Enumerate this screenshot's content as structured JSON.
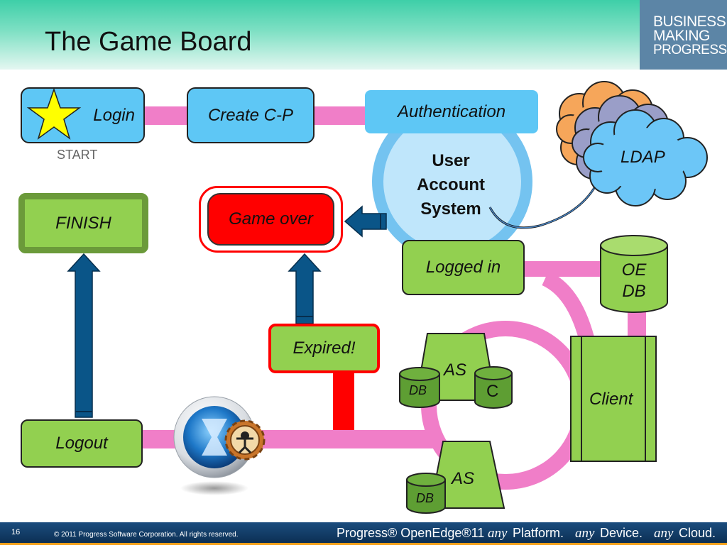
{
  "slide": {
    "title": "The Game Board",
    "brand_lines": [
      "BUSINESS",
      "MAKING",
      "PROGRESS."
    ],
    "page_number": "16",
    "copyright": "© 2011 Progress Software Corporation. All rights reserved.",
    "product": "Progress® OpenEdge®11",
    "tagline": [
      "any",
      "Platform.",
      "any",
      "Device.",
      "any",
      "Cloud."
    ]
  },
  "board": {
    "login": "Login",
    "start": "START",
    "create_cp": "Create C-P",
    "authentication": "Authentication",
    "user_account_system": [
      "User",
      "Account",
      "System"
    ],
    "ldap": "LDAP",
    "finish": "FINISH",
    "game_over": "Game over",
    "logged_in": "Logged in",
    "oe_db": [
      "OE",
      "DB"
    ],
    "expired": "Expired!",
    "as_top": "AS",
    "db_top": "DB",
    "c_label": "C",
    "client": "Client",
    "as_bottom": "AS",
    "db_bottom": "DB",
    "logout": "Logout"
  },
  "colors": {
    "accent_blue": "#5ec7f5",
    "box_green": "#92d050",
    "track_pink": "#f07ec8",
    "alert_red": "#ff0000",
    "arrow_blue": "#0a5588"
  },
  "icons": [
    "star-icon",
    "cloud-icon",
    "gear-icon",
    "hourglass-icon",
    "arrow-up-icon",
    "arrow-left-icon"
  ]
}
